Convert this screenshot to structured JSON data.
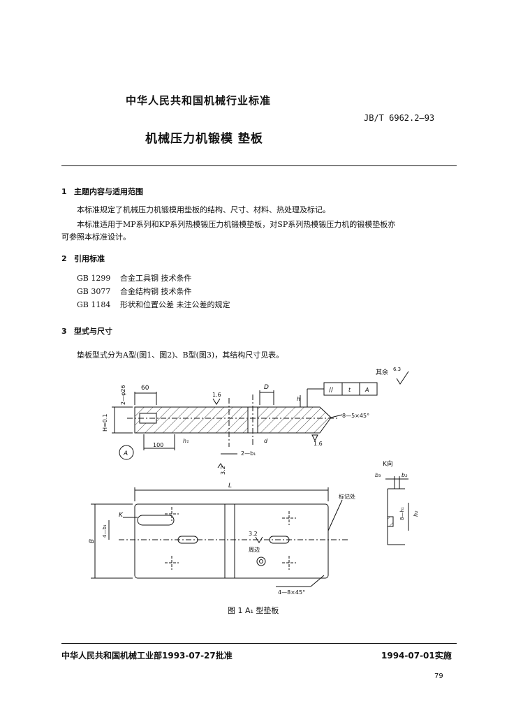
{
  "header": {
    "org_title": "中华人民共和国机械行业标准",
    "standard_no": "JB/T 6962.2—93",
    "doc_title": "机械压力机锻模  垫板"
  },
  "section1": {
    "num": "1",
    "title": "主题内容与适用范围",
    "p1": "本标准规定了机械压力机锻模用垫板的结构、尺寸、材料、热处理及标记。",
    "p2a": "本标准适用于MP系列和KP系列热模锻压力机锻模垫板，对SP系列热模锻压力机的锻模垫板亦",
    "p2b": "可参照本标准设计。"
  },
  "section2": {
    "num": "2",
    "title": "引用标准",
    "refs": [
      {
        "code": "GB 1299",
        "title": "合金工具钢  技术条件"
      },
      {
        "code": "GB 3077",
        "title": "合金结构钢  技术条件"
      },
      {
        "code": "GB 1184",
        "title": "形状和位置公差  未注公差的规定"
      }
    ]
  },
  "section3": {
    "num": "3",
    "title": "型式与尺寸",
    "p1": "垫板型式分为A型(图1、图2)、B型(图3)，其结构尺寸见表。"
  },
  "figure": {
    "caption": "图 1  A₁ 型垫板",
    "labels": {
      "rest": "其余",
      "rest_ra": "6.3",
      "dim_60": "60",
      "dim_2phi26": "2—φ26",
      "dim_H": "H=0.1",
      "ra_16": "1.6",
      "dim_D": "D",
      "dim_h": "h",
      "tol_parallel": "//",
      "tol_t": "t",
      "tol_A": "A",
      "chamfer_side": "8—5×45°",
      "dim_100": "100",
      "dim_h1": "h₁",
      "dim_d": "d",
      "ra_side": "1.6",
      "datum_A": "A",
      "dim_2b1": "2—b₁",
      "ra_32a": "3.2",
      "view_K": "K向",
      "dim_b3": "b₃",
      "dim_b2": "b₂",
      "dim_8h1": "8—h₁",
      "dim_h2": "h₂",
      "dim_L": "L",
      "mark_place": "标记处",
      "dim_K": "K",
      "dim_4b1": "4—b₁",
      "dim_B": "B",
      "ra_32b": "3.2",
      "around": "周边",
      "chamfer_corner": "4—8×45°"
    }
  },
  "footer": {
    "approval": "中华人民共和国机械工业部1993-07-27批准",
    "implement": "1994-07-01实施",
    "page_no": "79"
  }
}
